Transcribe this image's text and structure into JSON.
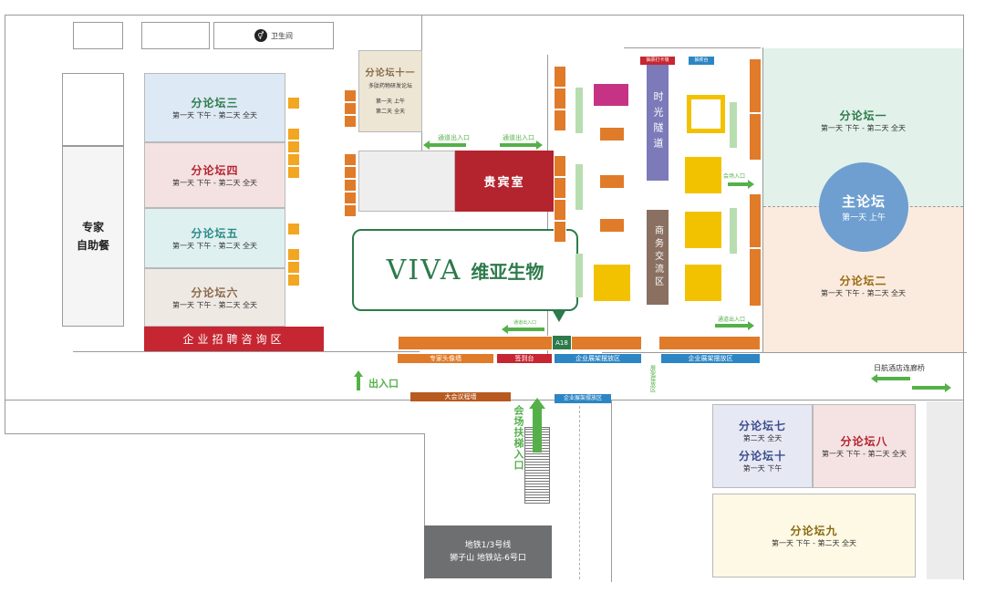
{
  "restroom": {
    "label": "卫生间",
    "icon": "restroom-icon"
  },
  "rooms": {
    "forum3": {
      "title": "分论坛三",
      "sub": "第一天 下午 - 第二天 全天"
    },
    "forum4": {
      "title": "分论坛四",
      "sub": "第一天 下午 - 第二天 全天"
    },
    "forum5": {
      "title": "分论坛五",
      "sub": "第一天 下午 - 第二天 全天"
    },
    "forum6": {
      "title": "分论坛六",
      "sub": "第一天 下午 - 第二天 全天"
    },
    "forum11": {
      "title": "分论坛十一",
      "desc": "多肽药物研发论坛",
      "sub1": "第一天 上午",
      "sub2": "第二天 全天"
    },
    "forum1": {
      "title": "分论坛一",
      "sub": "第一天 下午 - 第二天 全天"
    },
    "forum2": {
      "title": "分论坛二",
      "sub": "第一天 下午 - 第二天 全天"
    },
    "forum7": {
      "title": "分论坛七",
      "sub": "第二天 全天"
    },
    "forum10": {
      "title": "分论坛十",
      "sub": "第一天 下午"
    },
    "forum8": {
      "title": "分论坛八",
      "sub": "第一天 下午 - 第二天 全天"
    },
    "forum9": {
      "title": "分论坛九",
      "sub": "第一天 下午 - 第二天 全天"
    },
    "main": {
      "title": "主论坛",
      "sub": "第一天 上午"
    },
    "vip": {
      "title": "贵宾室"
    },
    "buffet": {
      "line1": "专家",
      "line2": "自助餐"
    },
    "tunnel": {
      "title": "时光隧道"
    },
    "business": {
      "title": "商务交流区"
    }
  },
  "recruit": "企业招聘咨询区",
  "sponsor": {
    "logo_text": "VIVA",
    "name": "维亚生物",
    "booth": "A18"
  },
  "bands": {
    "expert_photo": "专家头像墙",
    "signin": "签到台",
    "display1": "企业展架摆放区",
    "display2": "企业展架摆放区",
    "display3": "企业展架摆放区",
    "agenda": "大会议程墙",
    "checkin_top": "抽票打卡墙",
    "checkin_top2": "抽奖台"
  },
  "labels": {
    "entrance": "出入口",
    "escalator": "会场扶梯入口",
    "hotel_bridge": "日航酒店连廊桥",
    "passage1": "通道出入口",
    "passage2": "通道出入口",
    "passage3": "通道出入口",
    "passage4": "通道出入口",
    "venue_in": "会场入口",
    "display_v": "展架摆放区"
  },
  "metro": {
    "line1": "地铁1/3号线",
    "line2": "狮子山 地铁站-6号口"
  },
  "colors": {
    "forum3": "#dde9f4",
    "forum4": "#f4e2e2",
    "forum5": "#dff0f1",
    "forum6": "#efe9e4",
    "forum11": "#ede6d4",
    "forum1": "#e2f2ea",
    "forum2": "#fbebde",
    "forum7": "#e6e8f4",
    "forum8": "#f5e3e3",
    "forum9": "#fdf9e4",
    "main": "#6e9fd0",
    "vip": "#b3242e",
    "recruit": "#c62631",
    "orange": "#e07b2a",
    "green": "#2d7a4b",
    "teal": "#2a8b86"
  }
}
